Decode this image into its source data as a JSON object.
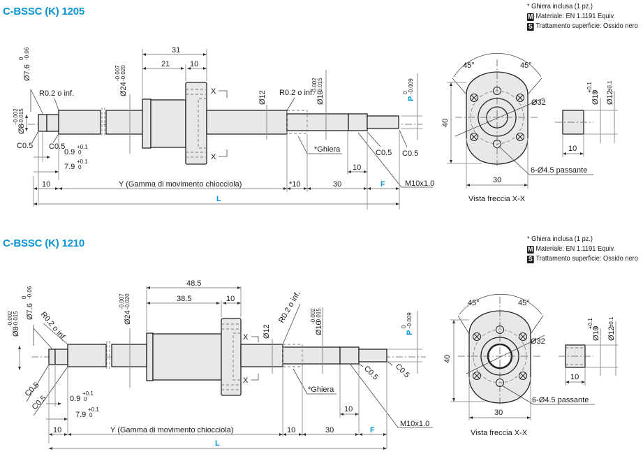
{
  "drawings": [
    {
      "title": "C-BSSC (K) 1205",
      "notes": {
        "ghiera": "* Ghiera inclusa (1 pz.)",
        "material_badge": "M",
        "material": "Materiale: EN 1.1191 Equiv.",
        "surface_badge": "S",
        "surface": "Trattamento superficie: Ossido nero"
      },
      "dims": {
        "d76": "Ø7.6",
        "d76_tol_up": "0",
        "d76_tol_low": "-0.06",
        "d8": "Ø8",
        "d8_tol_up": "-0.002",
        "d8_tol_low": "-0.015",
        "d24": "Ø24",
        "d24_tol_up": "-0.007",
        "d24_tol_low": "-0.020",
        "r02_left": "R0.2 o inf.",
        "r02_right": "R0.2 o inf.",
        "c05_a": "C0.5",
        "c05_b": "C0.5",
        "c05_c": "C0.5",
        "c05_d": "C0.5",
        "d09": "0.9",
        "d09_tol_up": "+0.1",
        "d09_tol_low": "0",
        "d79": "7.9",
        "d79_tol_up": "+0.1",
        "d79_tol_low": "0",
        "nut_total": "31",
        "nut_body": "21",
        "nut_flange": "10",
        "d12": "Ø12",
        "d10": "Ø10",
        "d10_tol_up": "-0.002",
        "d10_tol_low": "-0.015",
        "p_label": "P",
        "p_tol_up": "0",
        "p_tol_low": "-0.009",
        "ghiera_label": "*Ghiera",
        "thread_len": "10",
        "thread": "M10x1.0",
        "seg_left": "10",
        "seg_y": "Y (Gamma di movimento chiocciola)",
        "seg_ghiera": "*10",
        "seg_30": "30",
        "seg_f": "F",
        "total_l": "L",
        "section_x": "X"
      },
      "view": {
        "angle_left": "45°",
        "angle_right": "45°",
        "pcd": "Ø32",
        "height": "40",
        "width": "30",
        "holes": "6-Ø4.5 passante",
        "caption": "Vista freccia X-X",
        "collar_id": "Ø10",
        "collar_id_tol_up": "+0.1",
        "collar_id_tol_low": "0",
        "collar_od": "Ø12",
        "collar_od_tol": "±0.1",
        "collar_len": "10"
      }
    },
    {
      "title": "C-BSSC (K) 1210",
      "notes": {
        "ghiera": "* Ghiera inclusa (1 pz.)",
        "material_badge": "M",
        "material": "Materiale: EN 1.1191 Equiv.",
        "surface_badge": "S",
        "surface": "Trattamento superficie: Ossido nero"
      },
      "dims": {
        "d76": "Ø7.6",
        "d76_tol_up": "0",
        "d76_tol_low": "-0.06",
        "d8": "Ø8",
        "d8_tol_up": "-0.002",
        "d8_tol_low": "-0.015",
        "d24": "Ø24",
        "d24_tol_up": "-0.007",
        "d24_tol_low": "-0.020",
        "r02_left": "R0.2 o inf.",
        "r02_right": "R0.2 o inf.",
        "c05_a": "C0.5",
        "c05_b": "C0.5",
        "c05_c": "C0.5",
        "c05_d": "C0.5",
        "d09": "0.9",
        "d09_tol_up": "+0.1",
        "d09_tol_low": "0",
        "d79": "7.9",
        "d79_tol_up": "+0.1",
        "d79_tol_low": "0",
        "nut_total": "48.5",
        "nut_body": "38.5",
        "nut_flange": "10",
        "d12": "Ø12",
        "d10": "Ø10",
        "d10_tol_up": "-0.002",
        "d10_tol_low": "-0.015",
        "p_label": "P",
        "p_tol_up": "0",
        "p_tol_low": "-0.009",
        "ghiera_label": "*Ghiera",
        "thread_len": "10",
        "thread": "M10x1.0",
        "seg_left": "10",
        "seg_y": "Y (Gamma di movimento chiocciola)",
        "seg_ghiera": "10",
        "seg_30": "30",
        "seg_f": "F",
        "total_l": "L",
        "section_x": "X"
      },
      "view": {
        "angle_left": "45°",
        "angle_right": "45°",
        "pcd": "Ø32",
        "height": "40",
        "width": "30",
        "holes": "6-Ø4.5 passante",
        "caption": "Vista freccia X-X",
        "collar_id": "Ø10",
        "collar_id_tol_up": "+0.1",
        "collar_id_tol_low": "0",
        "collar_od": "Ø12",
        "collar_od_tol": "±0.1",
        "collar_len": "10"
      }
    }
  ],
  "colors": {
    "accent": "#0a95d6",
    "part_fill": "#e8e8e8",
    "line": "#222222"
  }
}
